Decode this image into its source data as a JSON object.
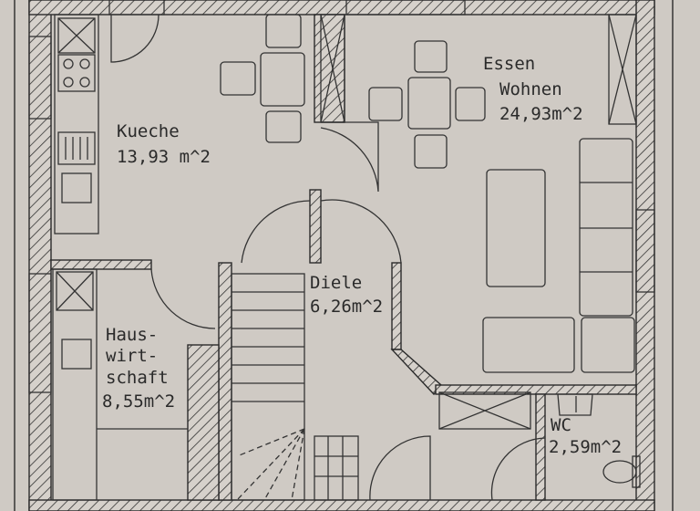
{
  "rooms": {
    "kitchen": {
      "name": "Kueche",
      "area": "13,93 m^2"
    },
    "living": {
      "name_1": "Essen",
      "name_2": "Wohnen",
      "area": "24,93m^2"
    },
    "hall": {
      "name": "Diele",
      "area": "6,26m^2"
    },
    "utility": {
      "name_1": "Haus-",
      "name_2": "wirt-",
      "name_3": "schaft",
      "area": "8,55m^2"
    },
    "wc": {
      "name": "WC",
      "area": "2,59m^2"
    }
  },
  "colors": {
    "paper": "#cfcac4",
    "ink": "#2b2b2b"
  }
}
